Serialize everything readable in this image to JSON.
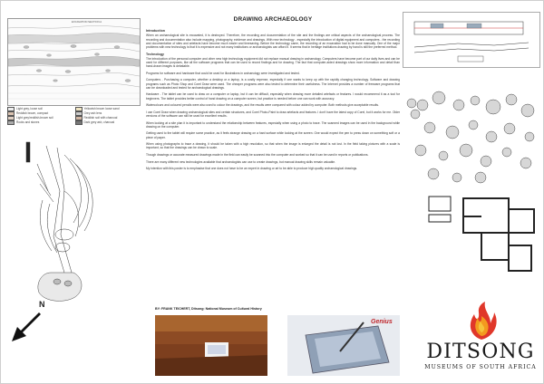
{
  "title": "DRAWING ARCHAEOLOGY",
  "section_label": "EXCAVATION SECTION A",
  "legend": [
    [
      "Light grey, loose soil",
      "Yellowish brown loose sand"
    ],
    [
      "Reddish brown, compact",
      "Grey ash lens"
    ],
    [
      "Light grey/reddish-brown soil",
      "Reddish soil with charcoal"
    ],
    [
      "Rocks and stones",
      "Dark grey ash, charcoal"
    ]
  ],
  "text": {
    "intro_heading": "Introduction",
    "intro": "When an archaeological site is excavated, it is destroyed. Therefore, the recording and documentation of the site and the findings are critical aspects of the archaeological process. The recording and documentation also include mapping, photography, evidence and drawings. With new technology - especially the introduction of digital equipment and computers - the recording and documentation of sites and artefacts have become much easier and timesaving. Before the technology came, the recording of an excavation had to be done manually. One of the major problems with new technology is that it is expensive and not many institutions or archaeologists can afford it. It seems that in heritage institutions drawing by hand is still the preferred method.",
    "tech_heading": "Technology",
    "tech": "The introduction of the personal computer and other new high technology equipment did not replace manual drawing in archaeology. Computers have become part of our daily lives and can be used for different purposes, like all the software programs that can be used to record findings and for drawing. The fact that computer-aided drawings show more information and detail than hand-drawn images is debatable.",
    "p3": "Programs for software and hardware that could be used for illustrations in archaeology were investigated and tested.",
    "p4": "Computers - Purchasing a computer, whether a desktop or a laptop, is a costly expense, especially if one wants to keep up with the rapidly changing technology. Software and drawing programs such as Photo Shop and Corel Draw were used. The cheaper programs were also tested to determine their usefulness. The Internet provides a number of freeware programs that can be downloaded and tested for archaeological drawings.",
    "p5": "Hardware - The tablet can be used to draw on a computer or laptop, but it can be difficult, especially when drawing more detailed artefacts or features. I would recommend it as a tool for beginners. The tablet provides better control of hand drawing on a computer screen, but practice is needed before one can work with accuracy.",
    "p6": "Watercolours and coloured pencils were also used to colour the drawings, and the results were compared with colour added by computer. Both methods give acceptable results.",
    "p7": "I use Corel Draw when drawing archaeological sites and certain structures, and Corel Photo-Paint to draw artefacts and features. I don't have the latest copy of Corel, but it works for me. Older versions of the software can still be used for excellent results.",
    "p8": "When looking at a site plan it is important to understand the relationship between features, especially when using a photo to trace. The scanned images can be used in the background while drawing on the computer.",
    "p9": "Getting used to the tablet will require some practice, as it feels strange drawing on a hard surface while looking at the screen. One would expect the pen to press down on something soft or a piece of paper.",
    "p10": "When using photographs to trace a drawing, it should be taken with a high resolution, so that when the image is enlarged the detail is not lost. In the field taking pictures with a scale is important, so that the drawings can be drawn to scale.",
    "p11": "Though drawings or accurate measured drawings made in the field can easily be scanned into the computer and worked so that it can be used in reports or publications.",
    "p12": "There are many different new technologies available that archaeologists can use to create drawings, but manual drawing skills remain valuable.",
    "p13": "My intention with this poster is to emphasise that one does not have to be an expert in drawing or art to be able to produce high quality archaeological drawings."
  },
  "byline": "BY:  FRANK TEICHERT, Ditsong: National Museum of Cultural History",
  "photo2_brand": "Genius",
  "north_label": "N",
  "logo": {
    "word": "DITSONG",
    "subtitle": "MUSEUMS OF SOUTH AFRICA",
    "flame_colors": [
      "#e0372a",
      "#f39a1f",
      "#f6c33b"
    ]
  }
}
